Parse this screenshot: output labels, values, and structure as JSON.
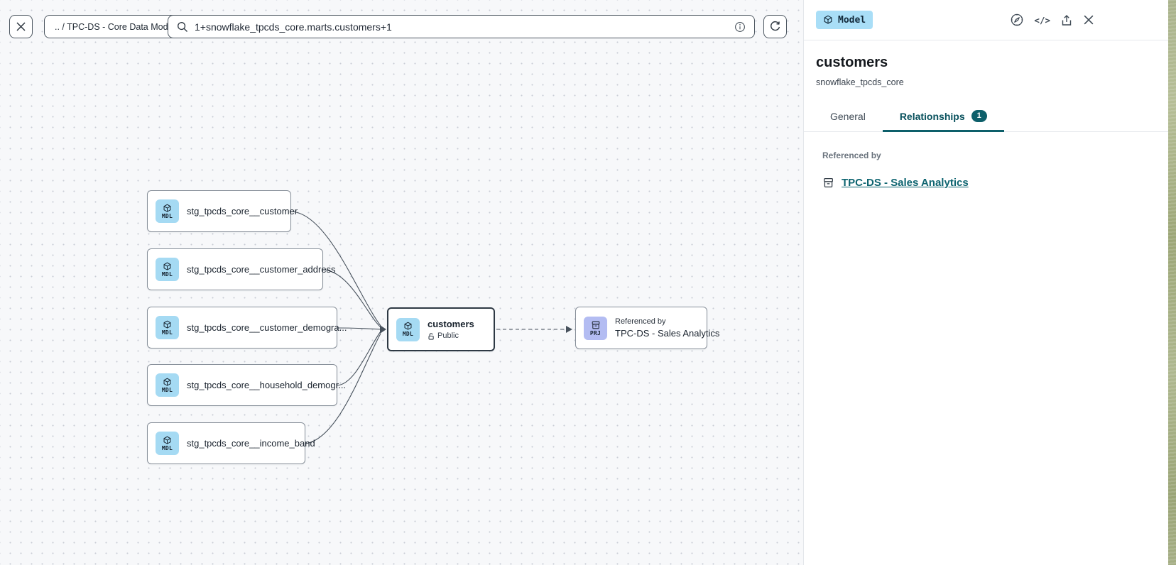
{
  "toolbar": {
    "breadcrumb": ".. / TPC-DS - Core Data Models",
    "search_value": "1+snowflake_tpcds_core.marts.customers+1"
  },
  "canvas": {
    "stg_nodes": [
      {
        "type_label": "MDL",
        "label": "stg_tpcds_core__customer"
      },
      {
        "type_label": "MDL",
        "label": "stg_tpcds_core__customer_address"
      },
      {
        "type_label": "MDL",
        "label": "stg_tpcds_core__customer_demogra..."
      },
      {
        "type_label": "MDL",
        "label": "stg_tpcds_core__household_demogr..."
      },
      {
        "type_label": "MDL",
        "label": "stg_tpcds_core__income_band"
      }
    ],
    "selected_node": {
      "type_label": "MDL",
      "title": "customers",
      "access_label": "Public"
    },
    "project_node": {
      "type_label": "PRJ",
      "kicker": "Referenced by",
      "title": "TPC-DS - Sales Analytics"
    }
  },
  "panel": {
    "type_badge_label": "Model",
    "title": "customers",
    "project_name": "snowflake_tpcds_core",
    "tabs": {
      "general": "General",
      "relationships": "Relationships",
      "relationships_count": "1"
    },
    "referenced_by_label": "Referenced by",
    "reference_link_label": "TPC-DS - Sales Analytics",
    "code_icon_glyph": "</>"
  },
  "colors": {
    "accent_teal": "#0d5f6a",
    "model_icon_bg": "#a5daf3",
    "project_icon_bg": "#b3bcf2",
    "canvas_bg": "#f7f8fa"
  }
}
